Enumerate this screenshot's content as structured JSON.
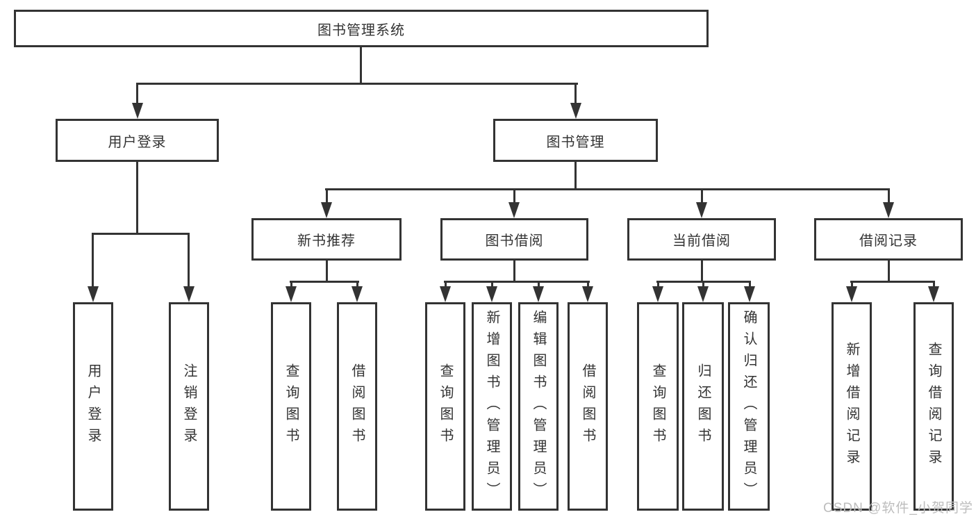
{
  "tree": {
    "label": "图书管理系统",
    "children": [
      {
        "label": "用户登录",
        "children": [
          {
            "label": "用户登录"
          },
          {
            "label": "注销登录"
          }
        ]
      },
      {
        "label": "图书管理",
        "children": [
          {
            "label": "新书推荐",
            "children": [
              {
                "label": "查询图书"
              },
              {
                "label": "借阅图书"
              }
            ]
          },
          {
            "label": "图书借阅",
            "children": [
              {
                "label": "查询图书"
              },
              {
                "label": "新增图书（管理员）"
              },
              {
                "label": "编辑图书（管理员）"
              },
              {
                "label": "借阅图书"
              }
            ]
          },
          {
            "label": "当前借阅",
            "children": [
              {
                "label": "查询图书"
              },
              {
                "label": "归还图书"
              },
              {
                "label": "确认归还（管理员）"
              }
            ]
          },
          {
            "label": "借阅记录",
            "children": [
              {
                "label": "新增借阅记录"
              },
              {
                "label": "查询借阅记录"
              }
            ]
          }
        ]
      }
    ]
  },
  "watermark": {
    "text": "CSDN @软件_小贺同学"
  },
  "colors": {
    "line": "#333333",
    "text": "#333333",
    "background": "#ffffff",
    "watermark": "#bdbdbd"
  }
}
